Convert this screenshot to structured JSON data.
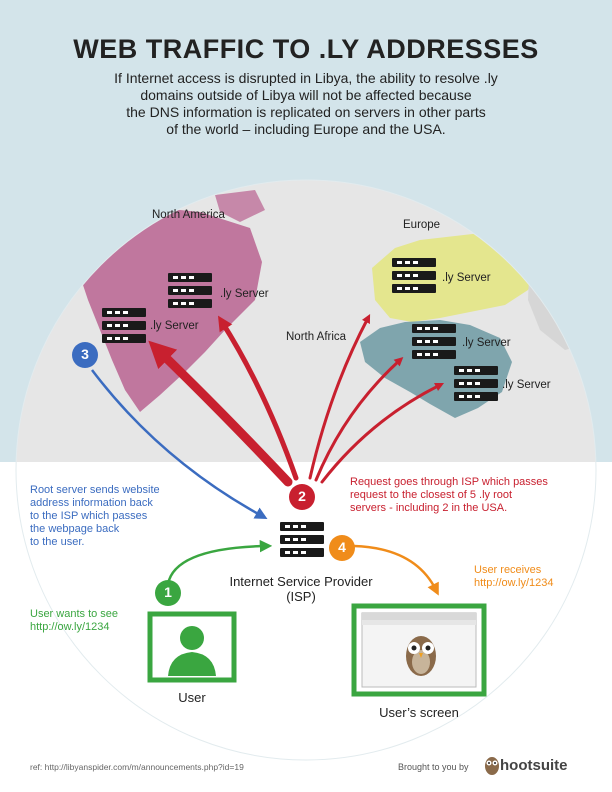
{
  "header": {
    "title": "WEB TRAFFIC TO .LY ADDRESSES",
    "subtitle_lines": [
      "If Internet access is disrupted in Libya, the ability to resolve .ly",
      "domains outside of Libya will not be affected because",
      "the DNS information is replicated on servers in other parts",
      "of the world – including Europe and the USA."
    ]
  },
  "map": {
    "regions": {
      "north_america": "North America",
      "europe": "Europe",
      "north_africa": "North Africa"
    },
    "server_label": ".ly Server"
  },
  "steps": {
    "s1": "1",
    "s2": "2",
    "s3": "3",
    "s4": "4"
  },
  "texts": {
    "root_server": [
      "Root server sends website",
      "address information back",
      "to the ISP which passes",
      "the webpage back",
      "to the user."
    ],
    "request": [
      "Request goes through ISP which passes",
      "request to the closest of 5 .ly root",
      "servers - including 2 in the USA."
    ],
    "user_wants": [
      "User wants to see",
      "http://ow.ly/1234"
    ],
    "user_receives": [
      "User receives",
      "http://ow.ly/1234"
    ]
  },
  "labels": {
    "isp_line1": "Internet Service Provider",
    "isp_line2": "(ISP)",
    "user": "User",
    "users_screen": "User’s screen"
  },
  "footer": {
    "ref": "ref: http://libyanspider.com/m/announcements.php?id=19",
    "brought": "Brought to you by",
    "brand": "hootsuite"
  },
  "colors": {
    "sky": "#d3e4ea",
    "globe": "#e6e6e6",
    "north_america": "#c0779e",
    "europe": "#e4e68e",
    "north_africa": "#7fa5ad",
    "red": "#c8202f",
    "blue": "#3b6cc0",
    "green": "#3aa640",
    "orange": "#f08c1a"
  }
}
